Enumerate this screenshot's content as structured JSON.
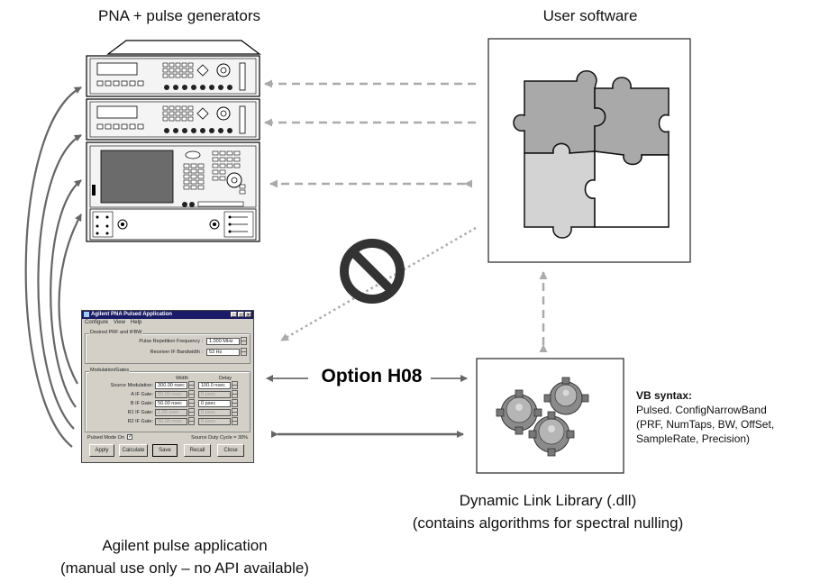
{
  "labels": {
    "pna_title": "PNA + pulse generators",
    "user_software": "User software",
    "option": "Option H08",
    "dll_line1": "Dynamic Link Library (.dll)",
    "dll_line2": "(contains algorithms for spectral nulling)",
    "app_line1": "Agilent pulse application",
    "app_line2": "(manual use only – no API available)"
  },
  "vb_syntax": {
    "heading": "VB syntax:",
    "lines": [
      "Pulsed. ConfigNarrowBand",
      "(PRF, NumTaps, BW, OffSet,",
      "SampleRate, Precision)"
    ]
  },
  "app_window": {
    "title": "Agilent PNA Pulsed Application",
    "menu": [
      "Configure",
      "View",
      "Help"
    ],
    "group1_label": "Desired PRF and IFBW",
    "prf_label": "Pulse Repetition Frequency :",
    "prf_value": "1.000 MHz",
    "ifbw_label": "Receiver IF Bandwidth :",
    "ifbw_value": "53 Hz",
    "group2_label": "Modulation/Gates",
    "col_width": "Width",
    "col_delay": "Delay",
    "rows": [
      {
        "label": "Source Modulation:",
        "width": "300.00 nsec",
        "delay": "100.0 nsec",
        "enabled": true
      },
      {
        "label": "A IF Gate:",
        "width": "50.00 nsec",
        "delay": "0 psec",
        "enabled": false
      },
      {
        "label": "B IF Gate:",
        "width": "50.00 nsec",
        "delay": "0 psec",
        "enabled": true
      },
      {
        "label": "R1 IF Gate:",
        "width": "1.00 usec",
        "delay": "0 psec",
        "enabled": false
      },
      {
        "label": "R2 IF Gate:",
        "width": "50.00 nsec",
        "delay": "0 psec",
        "enabled": false
      }
    ],
    "pulsed_mode": "Pulsed Mode On",
    "duty_cycle": "Source Duty Cycle = 30%",
    "buttons": [
      "Apply",
      "Calculate",
      "Save",
      "Recall",
      "Close"
    ]
  },
  "colors": {
    "arrow_gray": "#666666",
    "dashed_gray": "#aaaaaa",
    "puzzle_dark": "#a9a9a9",
    "puzzle_light": "#d3d3d3",
    "no_symbol": "#333333"
  }
}
